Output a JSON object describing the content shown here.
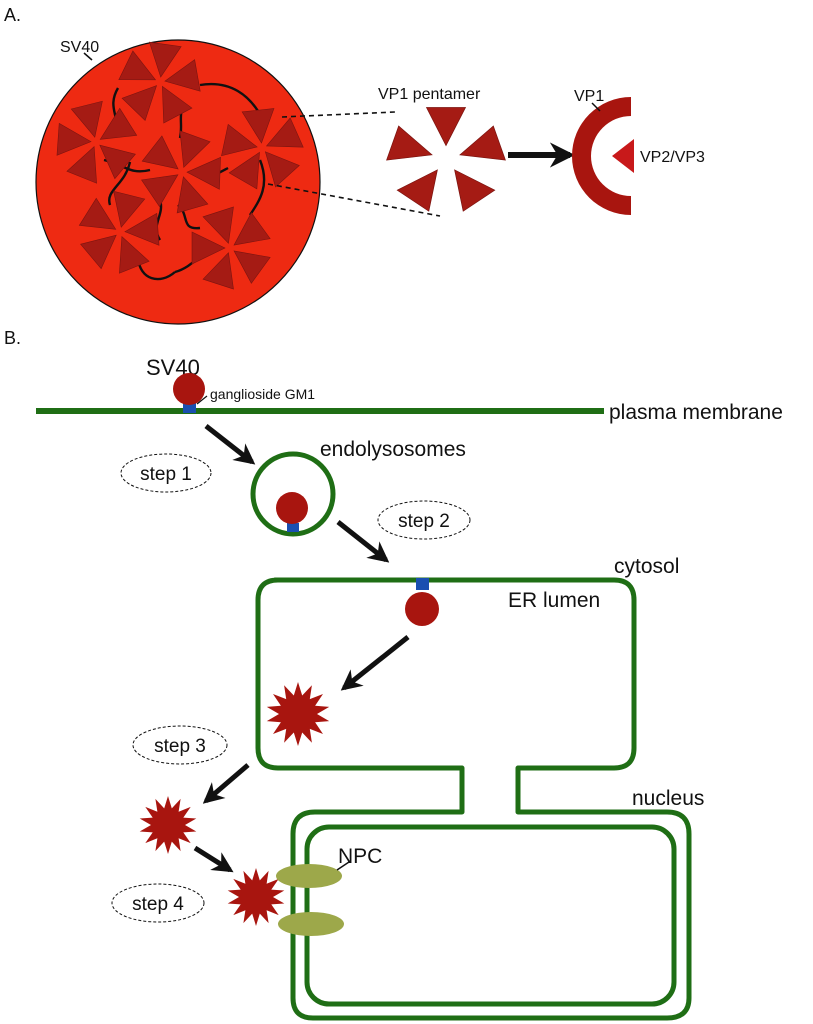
{
  "panel_a": {
    "label": "A.",
    "virus_label": "SV40",
    "pentamer_label": "VP1 pentamer",
    "vp1_label": "VP1",
    "vp23_label": "VP2/VP3"
  },
  "panel_b": {
    "label": "B.",
    "virus_label": "SV40",
    "receptor_label": "ganglioside GM1",
    "plasma_membrane": "plasma membrane",
    "endolysosomes": "endolysosomes",
    "cytosol": "cytosol",
    "er_lumen": "ER lumen",
    "nucleus": "nucleus",
    "npc": "NPC",
    "steps": [
      "step 1",
      "step 2",
      "step 3",
      "step 4"
    ]
  },
  "colors": {
    "capsid_fill": "#ee2a12",
    "pentamer": "#a51b14",
    "vp1_ring": "#a8150f",
    "vp23": "#c8191a",
    "membrane": "#1f6e15",
    "virion": "#a8150f",
    "gm1": "#1a4fb0",
    "npc": "#9da84a",
    "arrow": "#111111"
  }
}
